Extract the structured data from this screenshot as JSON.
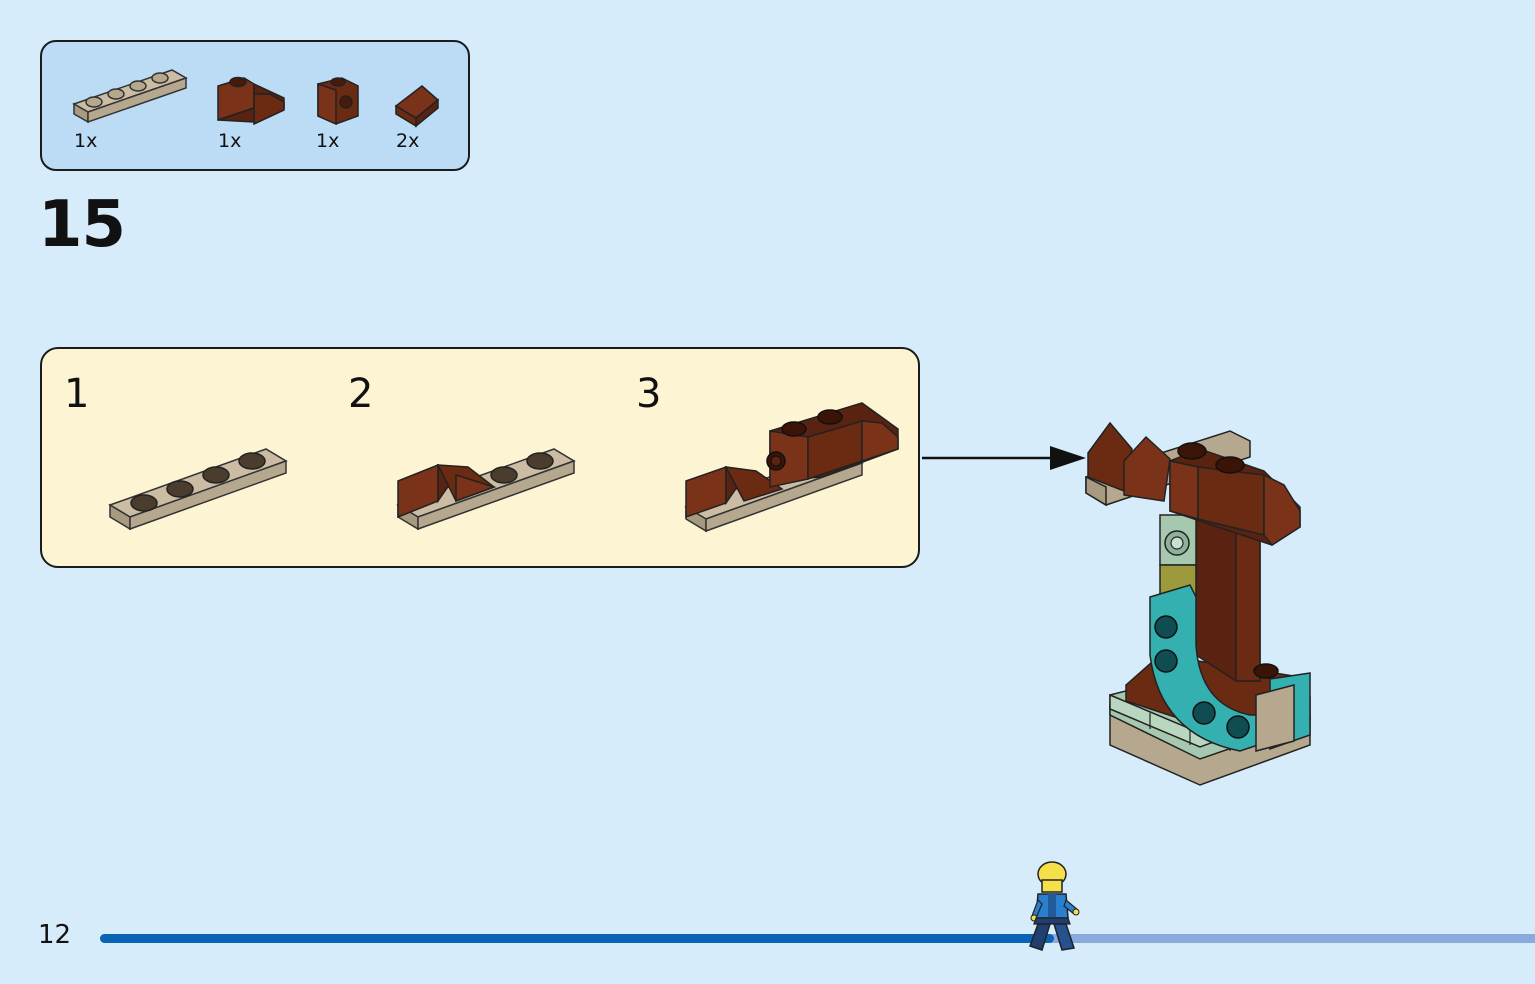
{
  "page": {
    "number": "12",
    "step_number": "15"
  },
  "parts": [
    {
      "icon": "tan-plate-1x4-icon",
      "qty": "1x"
    },
    {
      "icon": "brown-slope-brick-icon",
      "qty": "1x"
    },
    {
      "icon": "brown-brick-with-stud-icon",
      "qty": "1x"
    },
    {
      "icon": "brown-slope-tile-icon",
      "qty": "2x"
    }
  ],
  "substeps": [
    {
      "number": "1"
    },
    {
      "number": "2"
    },
    {
      "number": "3"
    }
  ],
  "progress": {
    "fraction": 0.665
  },
  "colors": {
    "background": "#d6ecfa",
    "parts_box": "#bcdcf6",
    "substep_box": "#fdf4d3",
    "brown": "#6b2a12",
    "tan": "#b6a88f",
    "teal": "#35b0b0",
    "sand_green": "#a6c8ae",
    "progress_done": "#0b63b4",
    "progress_remaining": "#8aa9dc"
  }
}
